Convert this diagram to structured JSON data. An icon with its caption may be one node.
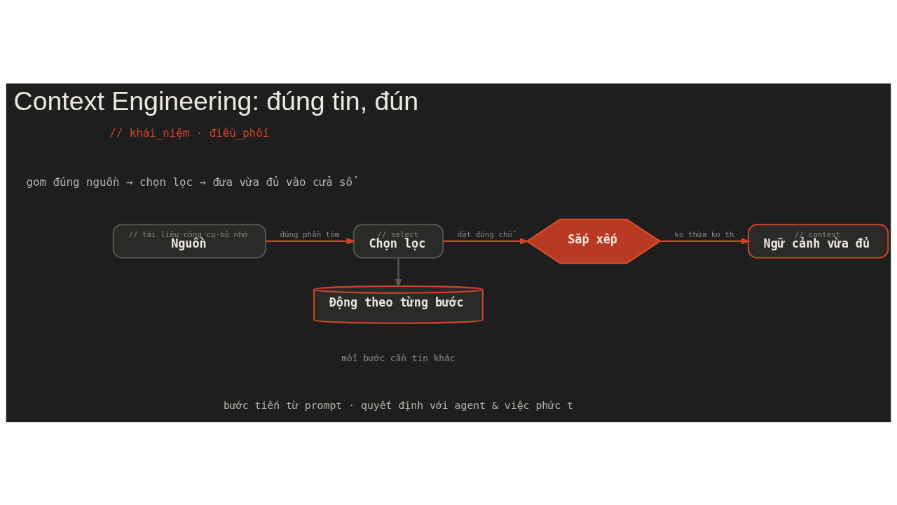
{
  "diagram": {
    "title": "Context Engineering: đúng tin, đún",
    "nodes": [
      {
        "text": [
          "// tài liệu·công cụ·bộ nhớ",
          "Nguồn"
        ]
      },
      {
        "text": [
          "// select",
          "Chọn lọc"
        ]
      },
      {
        "text": [
          "Sắp xếp"
        ]
      },
      {
        "text": [
          "// context",
          "Ngữ cảnh vừa đủ"
        ]
      },
      {
        "text": [
          "Động theo từng bước"
        ],
        "beside": [
          "mỗi bước cần tin khác"
        ]
      }
    ],
    "edges": [
      {
        "from": 0,
        "to": 1,
        "arrow": "to",
        "label": "đúng phần tóm"
      },
      {
        "from": 1,
        "to": 2,
        "arrow": "to",
        "label": "đặt đúng chỗ"
      },
      {
        "from": 2,
        "to": 3,
        "arrow": "to",
        "label": "ko thừa ko th"
      },
      {
        "from": 1,
        "to": 4,
        "arrow": "to",
        "color": "#5c5b52"
      }
    ],
    "labels": [
      "// khái_niệm · điều_phối",
      "gom đúng nguồn → chọn lọc → đưa vừa đủ vào cửa sổ",
      "bước tiến từ prompt · quyết định với agent & việc phức t"
    ]
  }
}
